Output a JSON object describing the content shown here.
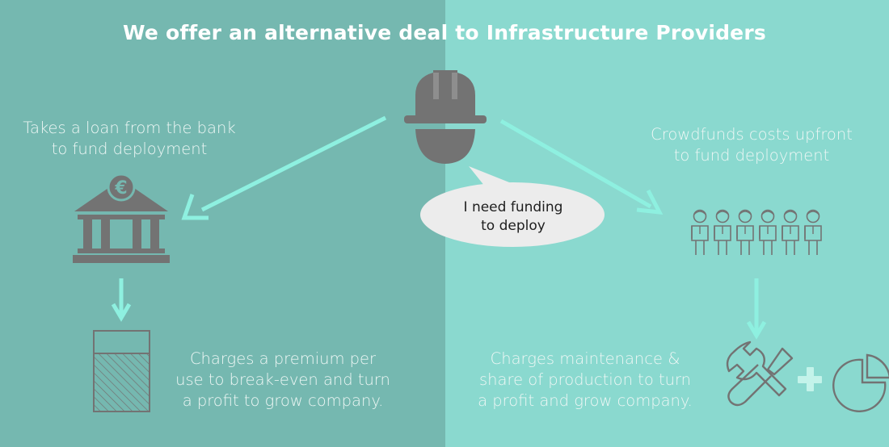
{
  "title": "We offer an alternative deal to Infrastructure Providers",
  "left_top_text": [
    "Takes a loan from the bank",
    "to fund deployment"
  ],
  "left_bottom_text": [
    "Charges a premium per",
    "use to break-even and turn",
    "a profit to grow company."
  ],
  "right_top_text": [
    "Crowdfunds costs upfront",
    "to fund deployment"
  ],
  "right_bottom_text": [
    "Charges maintenance &",
    "share of production to turn",
    "a profit and grow company."
  ],
  "bubble_text": [
    "I need funding",
    "to deploy"
  ],
  "bank_symbol": "€",
  "colors": {
    "left_bg": "#75b8b0",
    "right_bg": "#8ad9cf",
    "arrow": "#8ef0e0",
    "icon": "#737373",
    "bubble": "#ececec"
  }
}
